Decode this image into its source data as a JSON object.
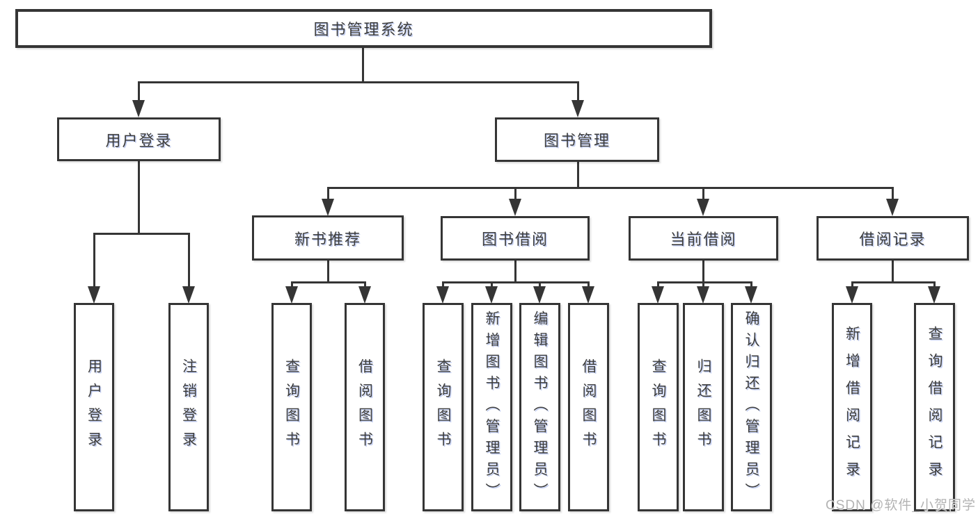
{
  "nodes": {
    "root": "图书管理系统",
    "l2": [
      "用户登录",
      "图书管理"
    ],
    "l3": [
      "新书推荐",
      "图书借阅",
      "当前借阅",
      "借阅记录"
    ],
    "leaves": {
      "login": [
        "用户登录",
        "注销登录"
      ],
      "recommend": [
        "查询图书",
        "借阅图书"
      ],
      "borrow": [
        "查询图书",
        "新增图书（管理员）",
        "编辑图书（管理员）",
        "借阅图书"
      ],
      "current": [
        "查询图书",
        "归还图书",
        "确认归还（管理员）"
      ],
      "records": [
        "新增借阅记录",
        "查询借阅记录"
      ]
    }
  },
  "watermark": "CSDN @软件_小贺同学"
}
